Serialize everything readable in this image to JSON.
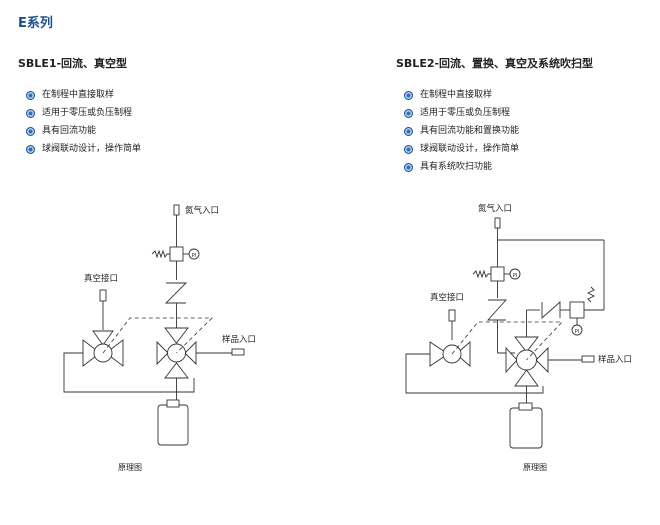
{
  "series_title": "E系列",
  "models": [
    {
      "title": "SBLE1-回流、真空型",
      "features": [
        "在制程中直接取样",
        "适用于零压或负压制程",
        "具有回流功能",
        "球阀联动设计，操作简单"
      ],
      "diagram": {
        "nitrogen_inlet": "氮气入口",
        "vacuum_port": "真空接口",
        "sample_inlet": "样品入口",
        "pi": "PI"
      },
      "caption": "原理图"
    },
    {
      "title": "SBLE2-回流、置换、真空及系统吹扫型",
      "features": [
        "在制程中直接取样",
        "适用于零压或负压制程",
        "具有回流功能和置换功能",
        "球阀联动设计，操作简单",
        "具有系统吹扫功能"
      ],
      "diagram": {
        "nitrogen_inlet": "氮气入口",
        "vacuum_port": "真空接口",
        "sample_inlet": "样品入口",
        "pi": "PI"
      },
      "caption": "原理图"
    }
  ]
}
